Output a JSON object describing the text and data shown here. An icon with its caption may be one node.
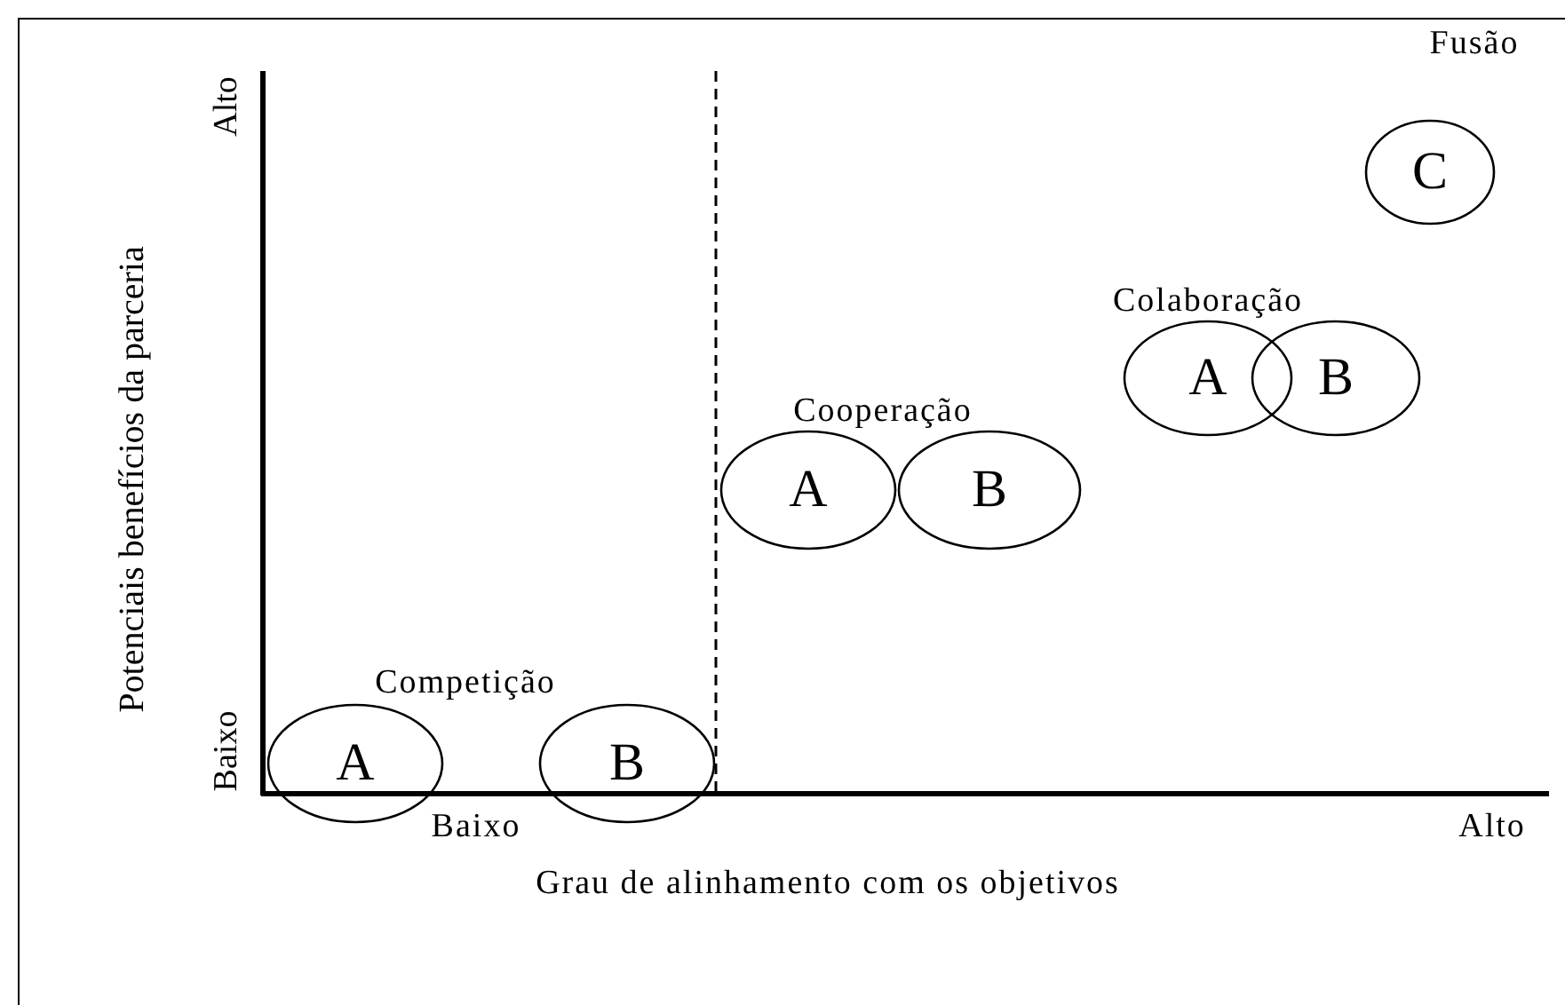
{
  "diagram": {
    "nodes": [
      {
        "text": [
          "C"
        ]
      },
      {
        "text": [
          "A"
        ]
      },
      {
        "text": [
          "B"
        ]
      },
      {
        "text": [
          "A"
        ]
      },
      {
        "text": [
          "B"
        ]
      },
      {
        "text": [
          "A"
        ]
      },
      {
        "text": [
          "B"
        ]
      }
    ],
    "labels": [
      "Fusão",
      "Alto",
      "Colaboração",
      "Cooperação",
      "Potenciais benefícios da parceria",
      "Competição",
      "Baixo",
      "Baixo",
      "Alto",
      "Grau de alinhamento com os objetivos"
    ]
  }
}
